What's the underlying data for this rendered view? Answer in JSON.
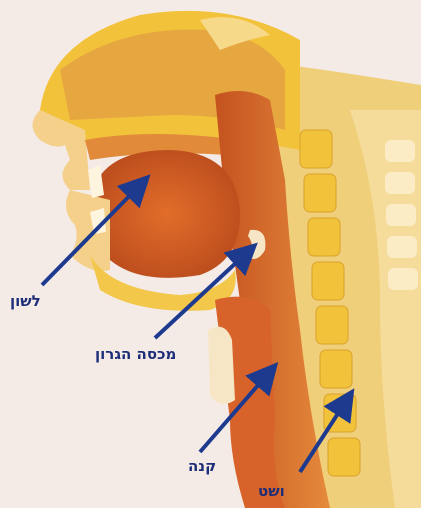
{
  "diagram": {
    "labels": {
      "tongue": "לשון",
      "epiglottis": "מכסה הגרון",
      "trachea": "קנה",
      "esophagus": "ושט"
    },
    "colors": {
      "background": "#f4ebe6",
      "bone": "#f2c23a",
      "muscle": "#d9732c",
      "tissue": "#e7a14e",
      "cartilage": "#f7e6c6",
      "arrow": "#1d3a8f",
      "label": "#1d2d78"
    }
  }
}
